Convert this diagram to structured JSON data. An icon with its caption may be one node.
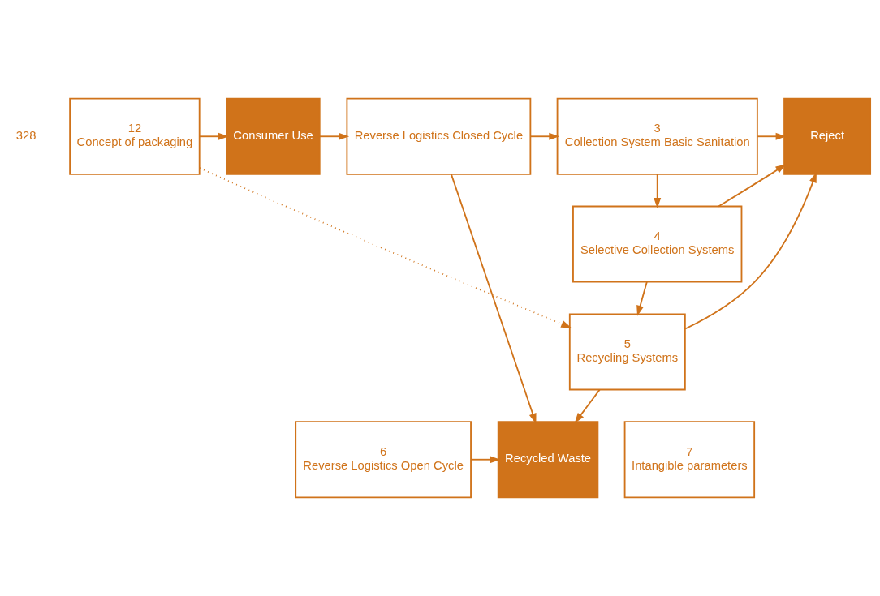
{
  "diagram": {
    "nodes": [
      {
        "text": [
          "12",
          "Concept of packaging"
        ]
      },
      {
        "text": [
          "Consumer Use"
        ]
      },
      {
        "text": [
          "Reverse Logistics Closed Cycle"
        ]
      },
      {
        "text": [
          "3",
          "Collection System Basic Sanitation"
        ]
      },
      {
        "text": [
          "Reject"
        ]
      },
      {
        "text": [
          "4",
          "Selective Collection Systems"
        ]
      },
      {
        "text": [
          "5",
          "Recycling Systems"
        ]
      },
      {
        "text": [
          "7",
          "Intangible parameters"
        ]
      },
      {
        "text": [
          "6",
          "Reverse Logistics Open Cycle"
        ]
      },
      {
        "text": [
          "Recycled Waste"
        ]
      }
    ],
    "edges": [
      {
        "from": 0,
        "to": 1,
        "arrow": "to"
      },
      {
        "from": 1,
        "to": 2,
        "arrow": "to"
      },
      {
        "from": 2,
        "to": 3,
        "arrow": "to"
      },
      {
        "from": 3,
        "to": 4,
        "arrow": "to"
      },
      {
        "from": 3,
        "to": 5,
        "arrow": "to"
      },
      {
        "from": 5,
        "to": 4,
        "arrow": "to"
      },
      {
        "from": 5,
        "to": 6,
        "arrow": "to"
      },
      {
        "from": 6,
        "to": 4,
        "arrow": "to"
      },
      {
        "from": 0,
        "to": 6,
        "arrow": "to",
        "style": "dashed"
      },
      {
        "from": 6,
        "to": 9,
        "arrow": "to"
      },
      {
        "from": 2,
        "to": 9,
        "arrow": "to"
      },
      {
        "from": 8,
        "to": 9,
        "arrow": "to"
      }
    ],
    "labels": [
      "328"
    ]
  }
}
